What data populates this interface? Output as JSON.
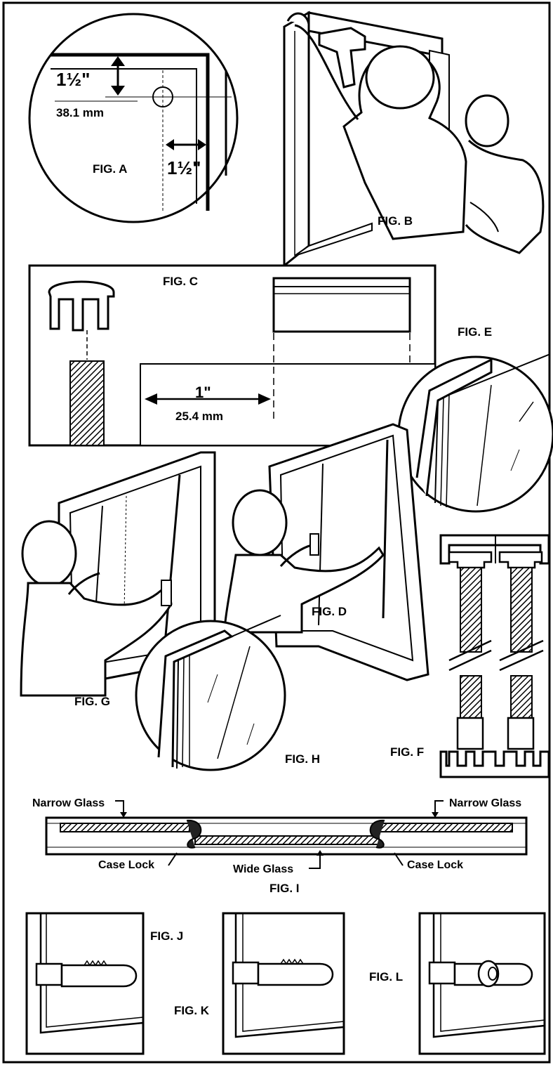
{
  "fig_a": {
    "label": "FIG. A",
    "dim_top": "1½\"",
    "dim_top_metric": "38.1 mm",
    "dim_side": "1½\""
  },
  "fig_b": {
    "label": "FIG. B"
  },
  "fig_c": {
    "label": "FIG. C",
    "dim": "1\"",
    "dim_metric": "25.4 mm"
  },
  "fig_d": {
    "label": "FIG. D"
  },
  "fig_e": {
    "label": "FIG. E"
  },
  "fig_f": {
    "label": "FIG. F"
  },
  "fig_g": {
    "label": "FIG. G"
  },
  "fig_h": {
    "label": "FIG. H"
  },
  "fig_i": {
    "label": "FIG. I",
    "narrow_glass_left": "Narrow Glass",
    "narrow_glass_right": "Narrow Glass",
    "case_lock_left": "Case Lock",
    "case_lock_right": "Case Lock",
    "wide_glass": "Wide Glass"
  },
  "fig_j": {
    "label": "FIG. J"
  },
  "fig_k": {
    "label": "FIG. K"
  },
  "fig_l": {
    "label": "FIG. L"
  }
}
